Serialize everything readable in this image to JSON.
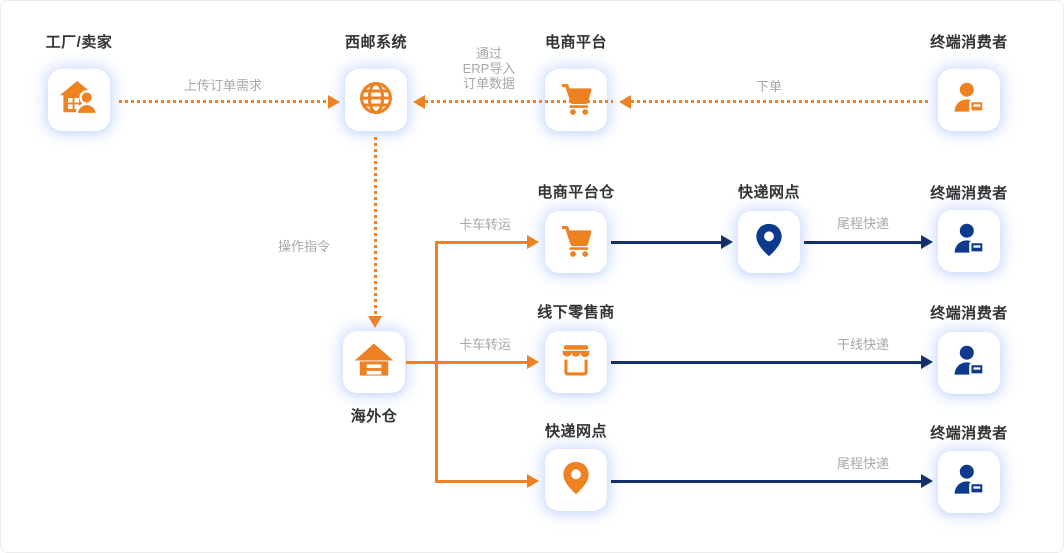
{
  "colors": {
    "orange": "#EE8222",
    "blue": "#0D3A8C",
    "arrow_blue": "#14306B",
    "node_label": "#333333",
    "edge_label": "#A8A8A8"
  },
  "nodes": {
    "factory_seller": {
      "label": "工厂/卖家",
      "icon": "house-user-icon"
    },
    "xiyou_system": {
      "label": "西邮系统",
      "icon": "globe-icon"
    },
    "ecommerce_platform": {
      "label": "电商平台",
      "icon": "cart-icon"
    },
    "end_consumer_top": {
      "label": "终端消费者",
      "icon": "person-box-icon"
    },
    "overseas_warehouse": {
      "label": "海外仓",
      "icon": "warehouse-icon"
    },
    "ecommerce_platform_warehouse": {
      "label": "电商平台仓",
      "icon": "cart-icon"
    },
    "express_outlet_mid": {
      "label": "快递网点",
      "icon": "map-pin-icon"
    },
    "end_consumer_mid": {
      "label": "终端消费者",
      "icon": "person-box-icon"
    },
    "offline_retailer": {
      "label": "线下零售商",
      "icon": "storefront-icon"
    },
    "end_consumer_retail": {
      "label": "终端消费者",
      "icon": "person-box-icon"
    },
    "express_outlet_bottom": {
      "label": "快递网点",
      "icon": "map-pin-icon"
    },
    "end_consumer_bottom": {
      "label": "终端消费者",
      "icon": "person-box-icon"
    }
  },
  "edges": {
    "upload_order": {
      "label": "上传订单需求"
    },
    "erp_import": {
      "line1": "通过",
      "line2": "ERP导入",
      "line3": "订单数据"
    },
    "place_order": {
      "label": "下单"
    },
    "operation_command": {
      "label": "操作指令"
    },
    "truck_transfer_top": {
      "label": "卡车转运"
    },
    "truck_transfer_mid": {
      "label": "卡车转运"
    },
    "last_mile_top": {
      "label": "尾程快递"
    },
    "trunk_line_mid": {
      "label": "干线快递"
    },
    "last_mile_bottom": {
      "label": "尾程快递"
    }
  }
}
